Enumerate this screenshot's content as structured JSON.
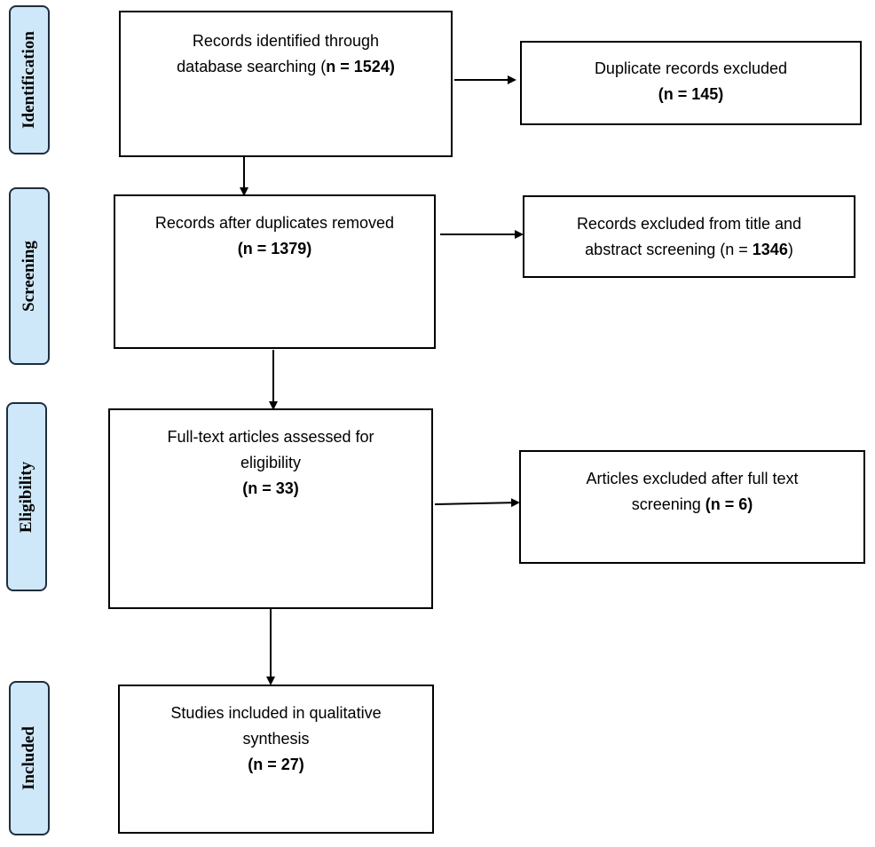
{
  "phases": {
    "identification": "Identification",
    "screening": "Screening",
    "eligibility": "Eligibility",
    "included": "Included"
  },
  "boxes": {
    "identified": {
      "line1": "Records identified through",
      "line2_pre": "database searching (",
      "line2_bold": "n = 1524)"
    },
    "duplicates": {
      "line1": "Duplicate records excluded",
      "line2_bold": "(n = 145)"
    },
    "after_duplicates": {
      "line1": "Records after duplicates removed",
      "line2_bold": "(n = 1379)"
    },
    "excluded_title_abstract": {
      "line1": "Records excluded from title and",
      "line2_pre": "abstract screening (n = ",
      "line2_bold": "1346",
      "line2_post": ")"
    },
    "full_text": {
      "line1": "Full-text articles assessed for",
      "line2": "eligibility",
      "line3_bold": "(n = 33)"
    },
    "excluded_full_text": {
      "line1": "Articles excluded after full text",
      "line2_pre": "screening ",
      "line2_bold": "(n = 6)"
    },
    "included": {
      "line1": "Studies included in qualitative",
      "line2": "synthesis",
      "line3_bold": "(n = 27)"
    }
  }
}
